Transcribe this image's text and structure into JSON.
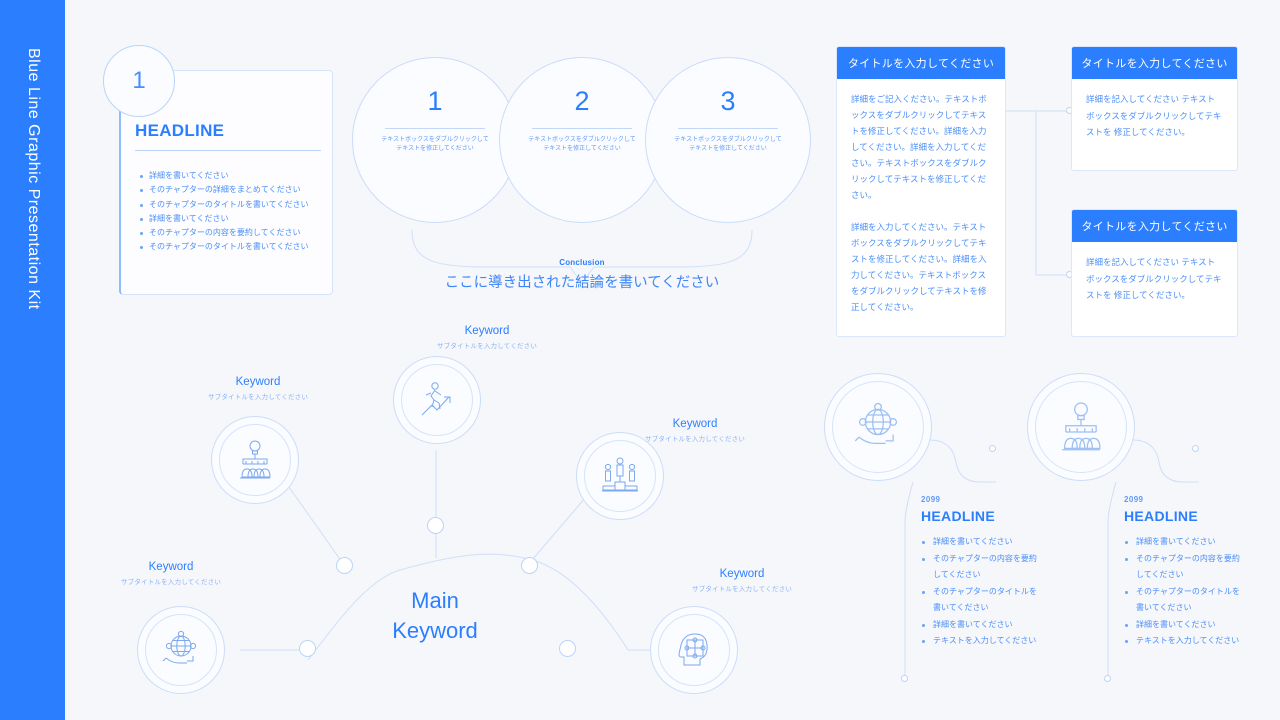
{
  "rail": {
    "title": "Blue Line Graphic Presentation Kit",
    "color": "#2b7fff"
  },
  "theme": {
    "background": "#f6f7fb",
    "accent": "#2b7fff",
    "line": "#cbddfa",
    "text_blue": "#4b8ef9"
  },
  "headline_card": {
    "badge_number": "1",
    "title": "HEADLINE",
    "bullets": [
      "詳細を書いてください",
      "そのチャプターの詳細をまとめてください",
      "そのチャプターのタイトルを書いてください",
      "詳細を書いてください",
      "そのチャプターの内容を要約してください",
      "そのチャプターのタイトルを書いてください"
    ]
  },
  "steps": {
    "circles": [
      {
        "number": "1",
        "sub": "テキストボックスをダブルクリックして\nテキストを修正してください"
      },
      {
        "number": "2",
        "sub": "テキストボックスをダブルクリックして\nテキストを修正してください"
      },
      {
        "number": "3",
        "sub": "テキストボックスをダブルクリックして\nテキストを修正してください"
      }
    ],
    "conclusion_kicker": "Conclusion",
    "conclusion_text": "ここに導き出された結論を書いてください"
  },
  "textboxes": {
    "main": {
      "title": "タイトルを入力してください",
      "paragraphs": [
        "詳細をご記入ください。テキストボックスをダブルクリックしてテキストを修正してください。詳細を入力してください。詳細を入力してください。テキストボックスをダブルクリックしてテキストを修正してください。",
        "詳細を入力してください。テキストボックスをダブルクリックしてテキストを修正してください。詳細を入力してください。テキストボックスをダブルクリックしてテキストを修正してください。"
      ]
    },
    "branch_top": {
      "title": "タイトルを入力してください",
      "paragraphs": [
        "詳細を記入してください テキストボックスをダブルクリックしてテキストを 修正してください。"
      ]
    },
    "branch_bottom": {
      "title": "タイトルを入力してください",
      "paragraphs": [
        "詳細を記入してください テキストボックスをダブルクリックしてテキストを 修正してください。"
      ]
    }
  },
  "mindmap": {
    "center": "Main\nKeyword",
    "nodes": [
      {
        "key": "Keyword",
        "sub": "サブタイトルを入力してください",
        "icon": "lightbulb-team-icon"
      },
      {
        "key": "Keyword",
        "sub": "サブタイトルを入力してください",
        "icon": "running-growth-icon"
      },
      {
        "key": "Keyword",
        "sub": "サブタイトルを入力してください",
        "icon": "podium-people-icon"
      },
      {
        "key": "Keyword",
        "sub": "サブタイトルを入力してください",
        "icon": "globe-hand-icon"
      },
      {
        "key": "Keyword",
        "sub": "サブタイトルを入力してください",
        "icon": "puzzle-head-icon"
      }
    ]
  },
  "timeline": [
    {
      "year": "2099",
      "headline": "HEADLINE",
      "icon": "globe-hand-icon",
      "bullets": [
        "詳細を書いてください",
        "そのチャプターの内容を要約してください",
        "そのチャプターのタイトルを書いてください",
        "詳細を書いてください",
        "テキストを入力してください"
      ]
    },
    {
      "year": "2099",
      "headline": "HEADLINE",
      "icon": "lightbulb-team-icon",
      "bullets": [
        "詳細を書いてください",
        "そのチャプターの内容を要約してください",
        "そのチャプターのタイトルを書いてください",
        "詳細を書いてください",
        "テキストを入力してください"
      ]
    }
  ]
}
